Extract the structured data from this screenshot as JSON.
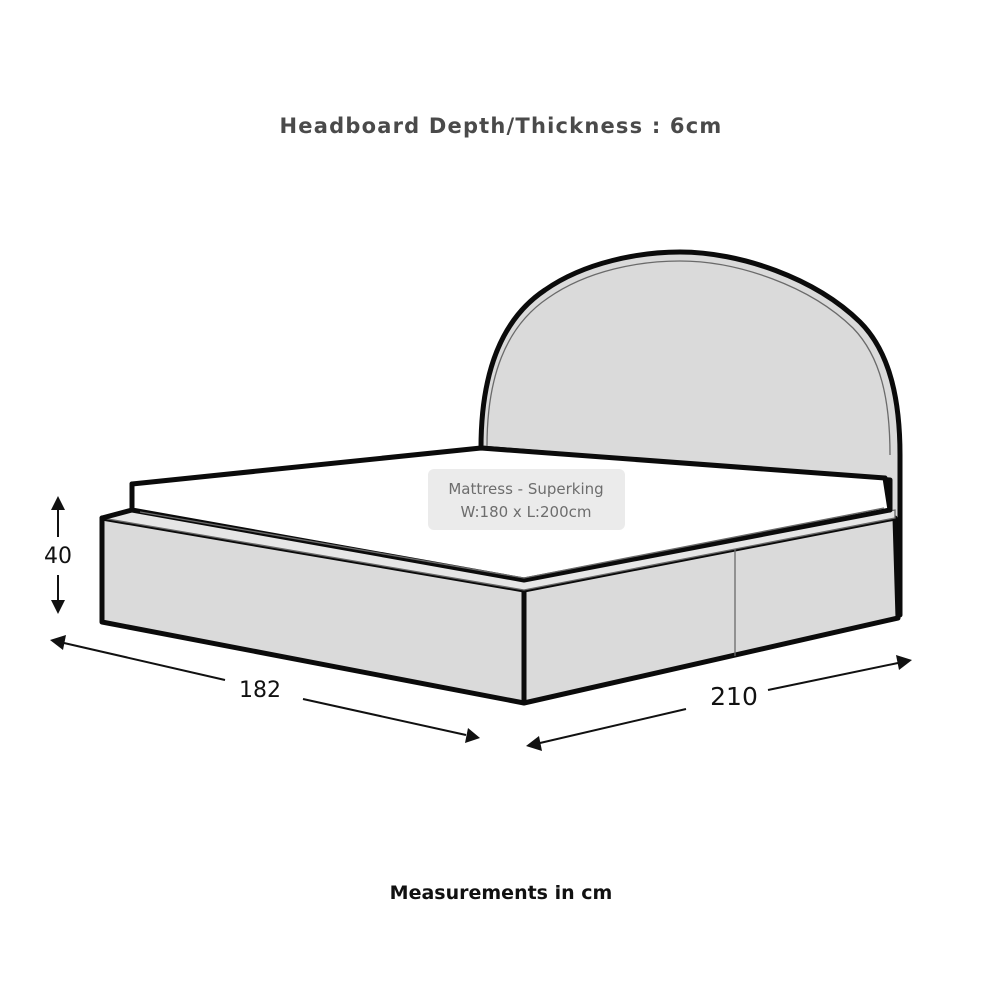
{
  "header": {
    "title": "Headboard Depth/Thickness : 6cm"
  },
  "dimensions": {
    "height": "40",
    "width": "182",
    "length": "210"
  },
  "mattress": {
    "line1": "Mattress - Superking",
    "line2": "W:180 x L:200cm"
  },
  "footer": {
    "note": "Measurements in cm"
  },
  "colors": {
    "outline": "#0b0b0b",
    "fabric": "#dadada",
    "mattress": "#ffffff",
    "label_box": "#ebebeb",
    "title_text": "#4a4a4a"
  }
}
